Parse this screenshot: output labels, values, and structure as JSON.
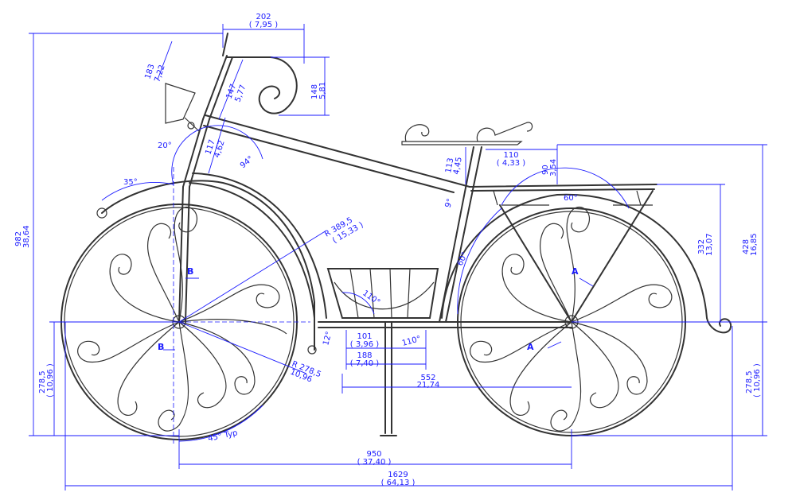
{
  "dimensions": {
    "handlebar_width": {
      "mm": "202",
      "in": "( 7,95 )"
    },
    "lamp_length": {
      "mm": "183",
      "in": "7,22"
    },
    "stem_length": {
      "mm": "147",
      "in": "5,77"
    },
    "scroll_height": {
      "mm": "148",
      "in": "5,81"
    },
    "head_tube": {
      "mm": "117",
      "in": "4,62"
    },
    "seat_post": {
      "mm": "113",
      "in": "4,45"
    },
    "seat_offset": {
      "mm": "110",
      "in": "( 4,33 )"
    },
    "seat_rise": {
      "mm": "90",
      "in": "3,54"
    },
    "fender_radius": {
      "mm": "R 389,5",
      "in": "( 15,33 )"
    },
    "rack_height": {
      "mm": "332",
      "in": "13,07"
    },
    "rear_height": {
      "mm": "428",
      "in": "16,85"
    },
    "total_height": {
      "mm": "982",
      "in": "38,64"
    },
    "wheel_radius": {
      "mm": "R 278,5",
      "in": "10,96"
    },
    "left_axle_height": {
      "mm": "278,5",
      "in": "( 10,96 )"
    },
    "right_axle_height": {
      "mm": "278,5",
      "in": "( 10,96 )"
    },
    "basket_bottom": {
      "mm": "101",
      "in": "( 3,96 )"
    },
    "basket_top": {
      "mm": "188",
      "in": "( 7,40 )"
    },
    "stand_offset": {
      "mm": "552",
      "in": "21,74"
    },
    "wheelbase": {
      "mm": "950",
      "in": "( 37,40 )"
    },
    "total_length": {
      "mm": "1629",
      "in": "( 64,13 )"
    }
  },
  "angles": {
    "a20": "20°",
    "a35": "35°",
    "a94": "94°",
    "a9": "9°",
    "a60_top": "60°",
    "a60_side": "60°",
    "a110_basket": "110°",
    "a110_stand": "110°",
    "a12": "12°",
    "a45": "45° Typ"
  },
  "labels": {
    "b_top": "B",
    "b_bottom": "B",
    "a_top": "A",
    "a_bottom": "A"
  }
}
